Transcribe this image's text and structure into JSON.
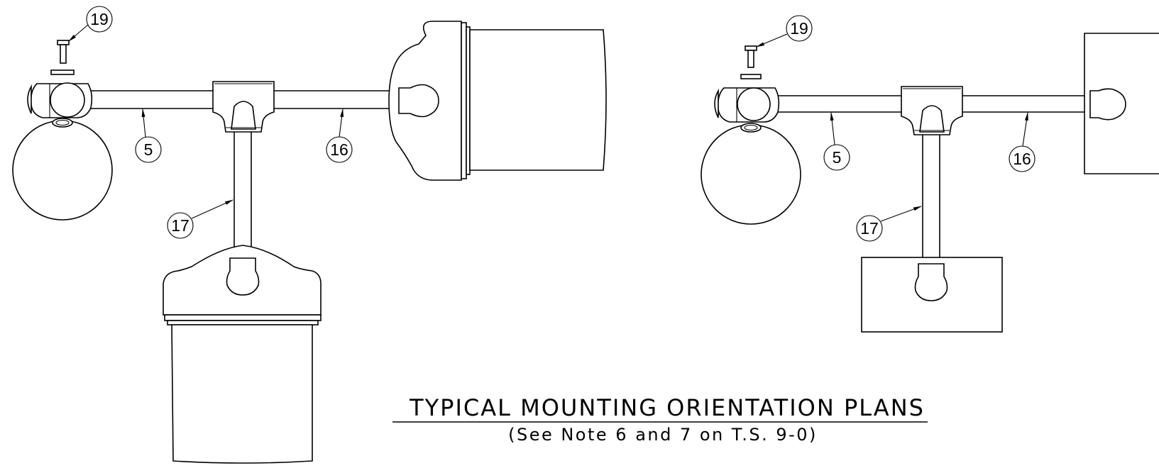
{
  "title": "TYPICAL MOUNTING ORIENTATION PLANS",
  "subtitle": "(See Note 6 and 7 on T.S. 9-0)",
  "left_plan": {
    "callouts": [
      "19",
      "5",
      "16",
      "17"
    ]
  },
  "right_plan": {
    "callouts": [
      "19",
      "5",
      "16",
      "17"
    ]
  }
}
